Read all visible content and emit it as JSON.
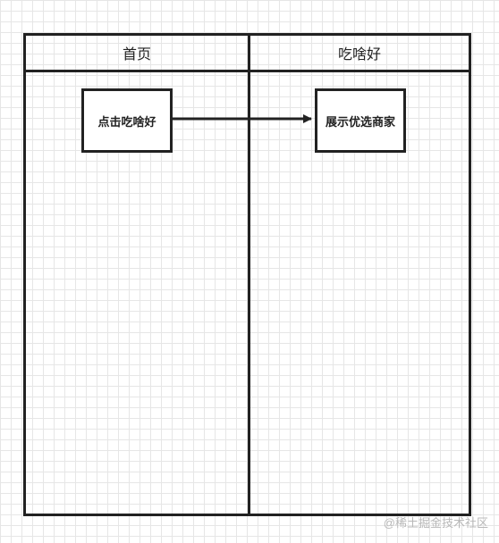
{
  "lanes": [
    {
      "title": "首页",
      "box": "点击吃啥好"
    },
    {
      "title": "吃啥好",
      "box": "展示优选商家"
    }
  ],
  "watermark": "@稀土掘金技术社区",
  "colors": {
    "stroke": "#222222",
    "grid": "#e6e6e6",
    "background": "#ffffff"
  }
}
